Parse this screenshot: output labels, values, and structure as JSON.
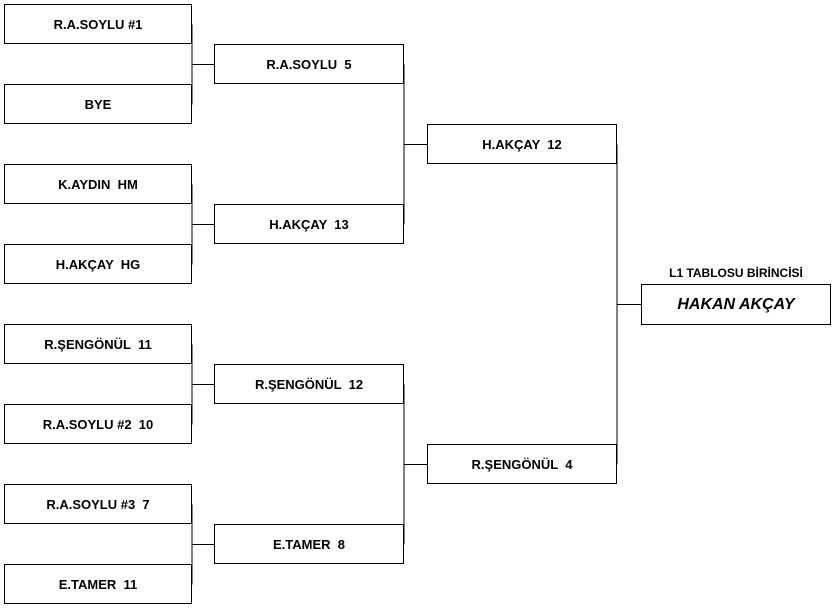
{
  "round1": [
    {
      "label": "R.A.SOYLU #1"
    },
    {
      "label": "BYE"
    },
    {
      "label": "K.AYDIN  HM"
    },
    {
      "label": "H.AKÇAY  HG"
    },
    {
      "label": "R.ŞENGÖNÜL  11"
    },
    {
      "label": "R.A.SOYLU #2  10"
    },
    {
      "label": "R.A.SOYLU #3  7"
    },
    {
      "label": "E.TAMER  11"
    }
  ],
  "round2": [
    {
      "label": "R.A.SOYLU  5"
    },
    {
      "label": "H.AKÇAY  13"
    },
    {
      "label": "R.ŞENGÖNÜL  12"
    },
    {
      "label": "E.TAMER  8"
    }
  ],
  "round3": [
    {
      "label": "H.AKÇAY  12"
    },
    {
      "label": "R.ŞENGÖNÜL  4"
    }
  ],
  "winner": {
    "title": "L1 TABLOSU BİRİNCİSİ",
    "name": "HAKAN AKÇAY"
  }
}
